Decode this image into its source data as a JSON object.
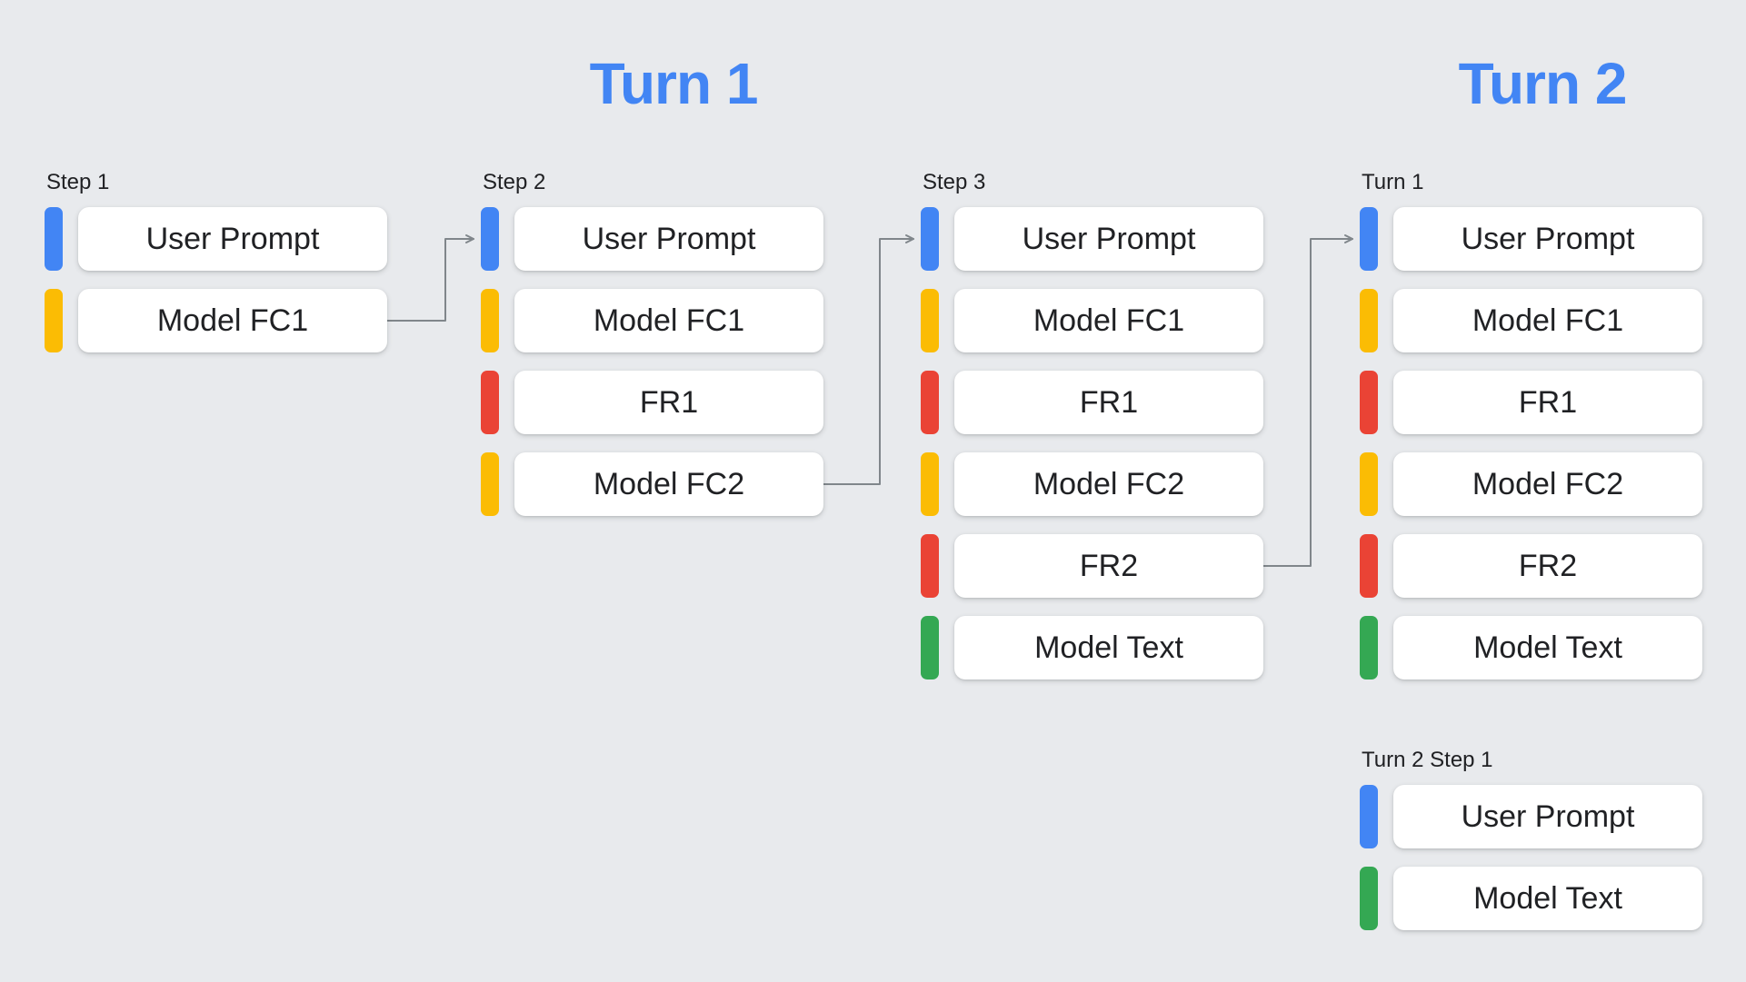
{
  "background": "#E8EAED",
  "colors": {
    "blue": "#4285F4",
    "yellow": "#FBBC04",
    "red": "#EA4335",
    "green": "#34A853",
    "heading": "#4285F4",
    "arrow": "#80868B",
    "text": "#202124"
  },
  "headings": {
    "turn1": "Turn 1",
    "turn2": "Turn 2"
  },
  "columns": [
    {
      "label": "Step 1",
      "cards": [
        {
          "label": "User Prompt",
          "color": "#4285F4"
        },
        {
          "label": "Model FC1",
          "color": "#FBBC04"
        }
      ]
    },
    {
      "label": "Step 2",
      "cards": [
        {
          "label": "User Prompt",
          "color": "#4285F4"
        },
        {
          "label": "Model FC1",
          "color": "#FBBC04"
        },
        {
          "label": "FR1",
          "color": "#EA4335"
        },
        {
          "label": "Model FC2",
          "color": "#FBBC04"
        }
      ]
    },
    {
      "label": "Step 3",
      "cards": [
        {
          "label": "User Prompt",
          "color": "#4285F4"
        },
        {
          "label": "Model FC1",
          "color": "#FBBC04"
        },
        {
          "label": "FR1",
          "color": "#EA4335"
        },
        {
          "label": "Model FC2",
          "color": "#FBBC04"
        },
        {
          "label": "FR2",
          "color": "#EA4335"
        },
        {
          "label": "Model Text",
          "color": "#34A853"
        }
      ]
    },
    {
      "label": "Turn 1",
      "cards": [
        {
          "label": "User Prompt",
          "color": "#4285F4"
        },
        {
          "label": "Model FC1",
          "color": "#FBBC04"
        },
        {
          "label": "FR1",
          "color": "#EA4335"
        },
        {
          "label": "Model FC2",
          "color": "#FBBC04"
        },
        {
          "label": "FR2",
          "color": "#EA4335"
        },
        {
          "label": "Model Text",
          "color": "#34A853"
        }
      ]
    },
    {
      "label": "Turn 2 Step 1",
      "cards": [
        {
          "label": "User Prompt",
          "color": "#4285F4"
        },
        {
          "label": "Model Text",
          "color": "#34A853"
        }
      ]
    }
  ],
  "connections": [
    {
      "from": "Step 1 / Model FC1",
      "to": "Step 2 / User Prompt"
    },
    {
      "from": "Step 2 / Model FC2",
      "to": "Step 3 / User Prompt"
    },
    {
      "from": "Step 3 / FR2",
      "to": "Turn 1 / User Prompt"
    }
  ]
}
